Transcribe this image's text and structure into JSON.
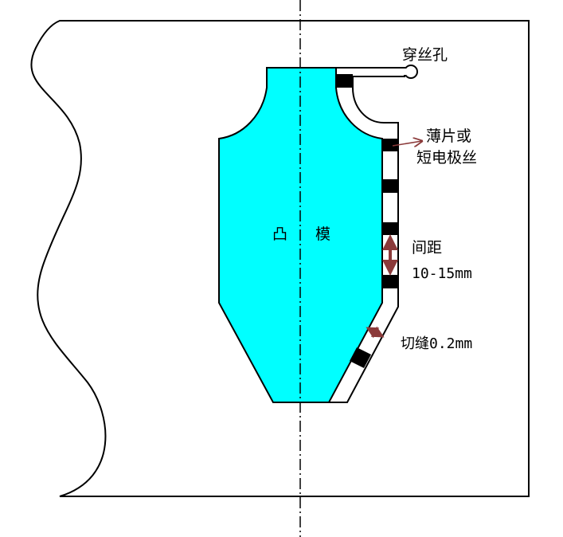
{
  "labels": {
    "threading_hole": "穿丝孔",
    "strip_line1": "薄片或",
    "strip_line2": "短电极丝",
    "punch_char1": "凸",
    "punch_char2": "模",
    "spacing_title": "间距",
    "spacing_value": "10-15mm",
    "kerf": "切缝0.2mm"
  },
  "colors": {
    "punch_fill": "#00FFFF",
    "arrow": "#8B3A3A",
    "line": "#000000"
  }
}
